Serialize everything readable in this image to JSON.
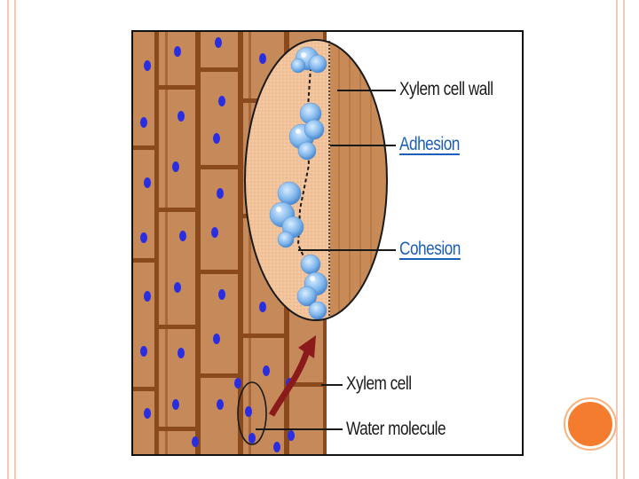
{
  "diagram": {
    "labels": {
      "xylem_cell_wall": "Xylem cell wall",
      "adhesion": "Adhesion",
      "cohesion": "Cohesion",
      "xylem_cell": "Xylem cell",
      "water_molecule": "Water molecule"
    }
  },
  "colors": {
    "slide_border": "#f6c8b6",
    "accent_circle": "#f47c2e",
    "xylem_tissue": "#c68a5a",
    "cell_wall_dark": "#8b4a1e",
    "water_dot": "#2b2ee0",
    "water_molecule_blue": "#7fb6ec",
    "magnified_area": "#f2c49c",
    "arrow": "#8b1a1a",
    "highlight_label": "#1d5fb8"
  }
}
